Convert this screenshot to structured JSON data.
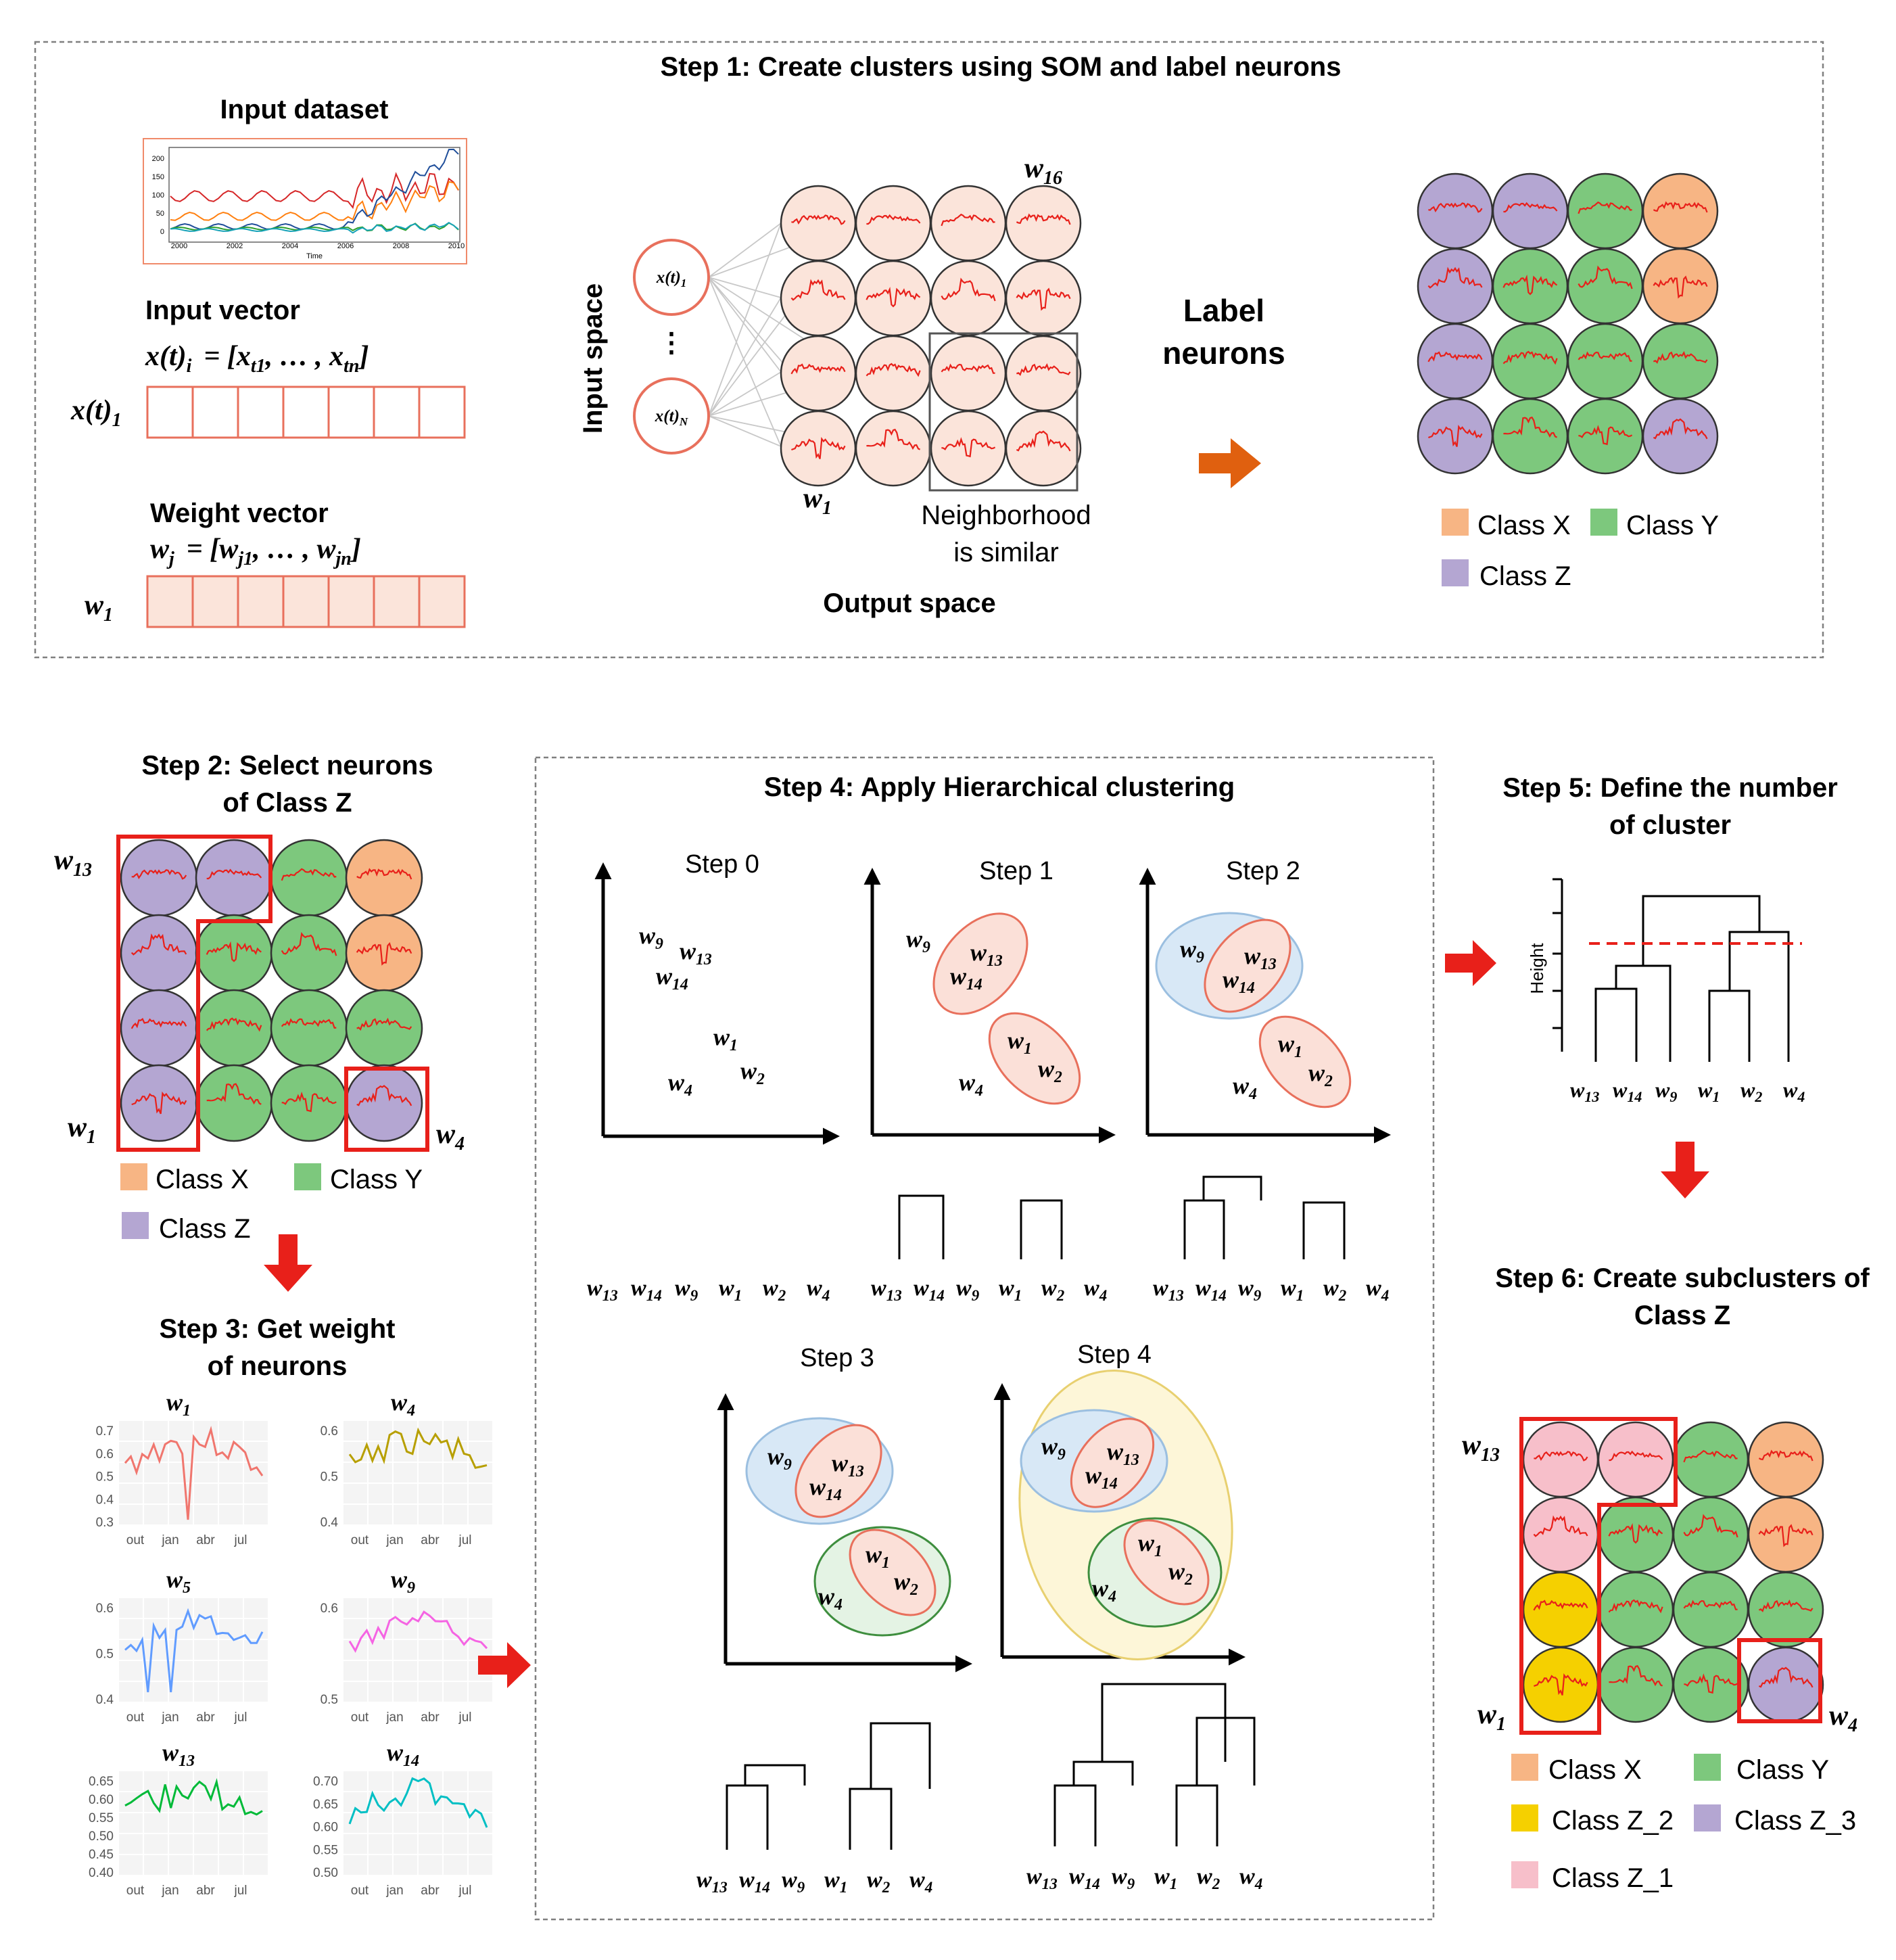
{
  "colors": {
    "class_x": "#f7b584",
    "class_y": "#7dc87d",
    "class_z": "#b4a6d2",
    "class_z1": "#f7bfca",
    "class_z2": "#f5d000",
    "neuron_fill": "#fbe4da",
    "neuron_stroke": "#e8705c",
    "highlight": "#e8201a",
    "dashed_border": "#808080",
    "arrow_orange": "#e0600f",
    "arrow_red": "#e8201a",
    "ellipse_pink": "#fbe0d8",
    "ellipse_blue": "#d8e8f6",
    "ellipse_green": "#e4f3e4",
    "ellipse_yellow": "#fdf6d8"
  },
  "step1": {
    "title": "Step 1: Create clusters using SOM and label neurons",
    "input_dataset_label": "Input dataset",
    "mini_chart": {
      "y_ticks": [
        "200",
        "150",
        "100",
        "50",
        "0"
      ],
      "x_ticks": [
        "2000",
        "2002",
        "2004",
        "2006",
        "2008",
        "2010"
      ],
      "x_label": "Time"
    },
    "input_vector_label": "Input vector",
    "input_vector_lhs": "x(t)",
    "input_vector_lhs_sub": "i",
    "input_vector_rhs_a": "= [x",
    "input_vector_rhs_sub1": "t1",
    "input_vector_rhs_b": ", … , x",
    "input_vector_rhs_sub2": "tn",
    "input_vector_rhs_c": "]",
    "input_row_label": "x(t)",
    "input_row_sub": "1",
    "weight_vector_label": "Weight vector",
    "weight_vector_lhs": "w",
    "weight_vector_lhs_sub": "j",
    "weight_vector_rhs_a": "= [w",
    "weight_vector_rhs_sub1": "j1",
    "weight_vector_rhs_b": ", … , w",
    "weight_vector_rhs_sub2": "jn",
    "weight_vector_rhs_c": "]",
    "weight_row_label": "w",
    "weight_row_sub": "1",
    "input_space_label": "Input space",
    "node_top_label": "x(t)",
    "node_top_sub": "1",
    "node_bottom_label": "x(t)",
    "node_bottom_sub": "N",
    "node_ellipsis": "⋮",
    "w16_label": "w",
    "w16_sub": "16",
    "w1_label": "w",
    "w1_sub": "1",
    "neighborhood_line1": "Neighborhood",
    "neighborhood_line2": "is similar",
    "output_space_label": "Output space",
    "label_neurons_line1": "Label",
    "label_neurons_line2": "neurons",
    "legend": [
      "Class X",
      "Class Y",
      "Class Z"
    ],
    "labeled_grid": [
      [
        "Z",
        "Z",
        "Y",
        "X"
      ],
      [
        "Z",
        "Y",
        "Y",
        "X"
      ],
      [
        "Z",
        "Y",
        "Y",
        "Y"
      ],
      [
        "Z",
        "Y",
        "Y",
        "Z"
      ]
    ]
  },
  "step2": {
    "title_line1": "Step 2: Select neurons",
    "title_line2": "of Class Z",
    "w13_label": "w",
    "w13_sub": "13",
    "w1_label": "w",
    "w1_sub": "1",
    "w4_label": "w",
    "w4_sub": "4",
    "legend": [
      "Class X",
      "Class Y",
      "Class Z"
    ],
    "grid": [
      [
        "Z",
        "Z",
        "Y",
        "X"
      ],
      [
        "Z",
        "Y",
        "Y",
        "X"
      ],
      [
        "Z",
        "Y",
        "Y",
        "Y"
      ],
      [
        "Z",
        "Y",
        "Y",
        "Z"
      ]
    ]
  },
  "step3": {
    "title_line1": "Step 3: Get weight",
    "title_line2": "of neurons",
    "x_ticks": [
      "out",
      "jan",
      "abr",
      "jul"
    ],
    "charts": [
      {
        "name": "w",
        "sub": "1",
        "color": "#f0766e",
        "y_ticks": [
          "0.7",
          "0.6",
          "0.5",
          "0.4",
          "0.3"
        ]
      },
      {
        "name": "w",
        "sub": "4",
        "color": "#b79f00",
        "y_ticks": [
          "0.6",
          "0.5",
          "0.4"
        ]
      },
      {
        "name": "w",
        "sub": "5",
        "color": "#619cff",
        "y_ticks": [
          "0.6",
          "0.5",
          "0.4"
        ]
      },
      {
        "name": "w",
        "sub": "9",
        "color": "#f564e3",
        "y_ticks": [
          "0.6",
          "0.5"
        ]
      },
      {
        "name": "w",
        "sub": "13",
        "color": "#00ba38",
        "y_ticks": [
          "0.65",
          "0.60",
          "0.55",
          "0.50",
          "0.45",
          "0.40"
        ]
      },
      {
        "name": "w",
        "sub": "14",
        "color": "#00bfc4",
        "y_ticks": [
          "0.70",
          "0.65",
          "0.60",
          "0.55",
          "0.50"
        ]
      }
    ]
  },
  "step4": {
    "title": "Step 4: Apply Hierarchical clustering",
    "panels": [
      "Step 0",
      "Step 1",
      "Step 2",
      "Step 3",
      "Step 4"
    ],
    "point_names": [
      "w",
      "w",
      "w",
      "w",
      "w",
      "w"
    ],
    "point_subs": [
      "9",
      "13",
      "14",
      "1",
      "2",
      "4"
    ],
    "leaf_names": [
      "w",
      "w",
      "w",
      "w",
      "w",
      "w"
    ],
    "leaf_subs": [
      "13",
      "14",
      "9",
      "1",
      "2",
      "4"
    ]
  },
  "step5": {
    "title_line1": "Step 5: Define the number",
    "title_line2": "of cluster",
    "height_label": "Height",
    "leaf_names": [
      "w",
      "w",
      "w",
      "w",
      "w",
      "w"
    ],
    "leaf_subs": [
      "13",
      "14",
      "9",
      "1",
      "2",
      "4"
    ]
  },
  "step6": {
    "title_line1": "Step 6: Create subclusters of",
    "title_line2": "Class Z",
    "w13_label": "w",
    "w13_sub": "13",
    "w1_label": "w",
    "w1_sub": "1",
    "w4_label": "w",
    "w4_sub": "4",
    "legend": [
      "Class X",
      "Class Y",
      "Class Z_2",
      "Class Z_3",
      "Class Z_1"
    ],
    "grid": [
      [
        "Z1",
        "Z1",
        "Y",
        "X"
      ],
      [
        "Z1",
        "Y",
        "Y",
        "X"
      ],
      [
        "Z2",
        "Y",
        "Y",
        "Y"
      ],
      [
        "Z2",
        "Y",
        "Y",
        "Z3"
      ]
    ]
  }
}
